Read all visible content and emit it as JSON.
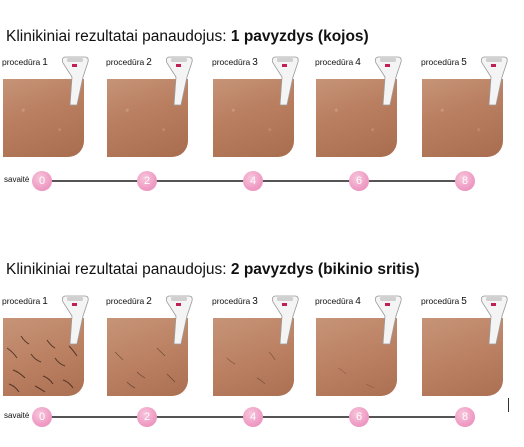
{
  "sections": [
    {
      "title_prefix": "Klinikiniai rezultatai panaudojus: ",
      "title_bold": "1 pavyzdys (kojos)",
      "procedures": [
        {
          "label": "procedūra",
          "num": "1"
        },
        {
          "label": "procedūra",
          "num": "2"
        },
        {
          "label": "procedūra",
          "num": "3"
        },
        {
          "label": "procedūra",
          "num": "4"
        },
        {
          "label": "procedūra",
          "num": "5"
        }
      ],
      "timeline": {
        "label": "savaitė",
        "weeks": [
          "0",
          "2",
          "4",
          "6",
          "8"
        ]
      }
    },
    {
      "title_prefix": "Klinikiniai rezultatai panaudojus: ",
      "title_bold": "2 pavyzdys (bikinio sritis)",
      "procedures": [
        {
          "label": "procedūra",
          "num": "1"
        },
        {
          "label": "procedūra",
          "num": "2"
        },
        {
          "label": "procedūra",
          "num": "3"
        },
        {
          "label": "procedūra",
          "num": "4"
        },
        {
          "label": "procedūra",
          "num": "5"
        }
      ],
      "timeline": {
        "label": "savaitė",
        "weeks": [
          "0",
          "2",
          "4",
          "6",
          "8"
        ]
      }
    }
  ],
  "colors": {
    "week_dot": "#ef9cc4",
    "skin": "#b97d5f",
    "hair": "#3a2418",
    "device_accent": "#c0205a"
  },
  "icons": {
    "device": "ipl-device-icon"
  }
}
